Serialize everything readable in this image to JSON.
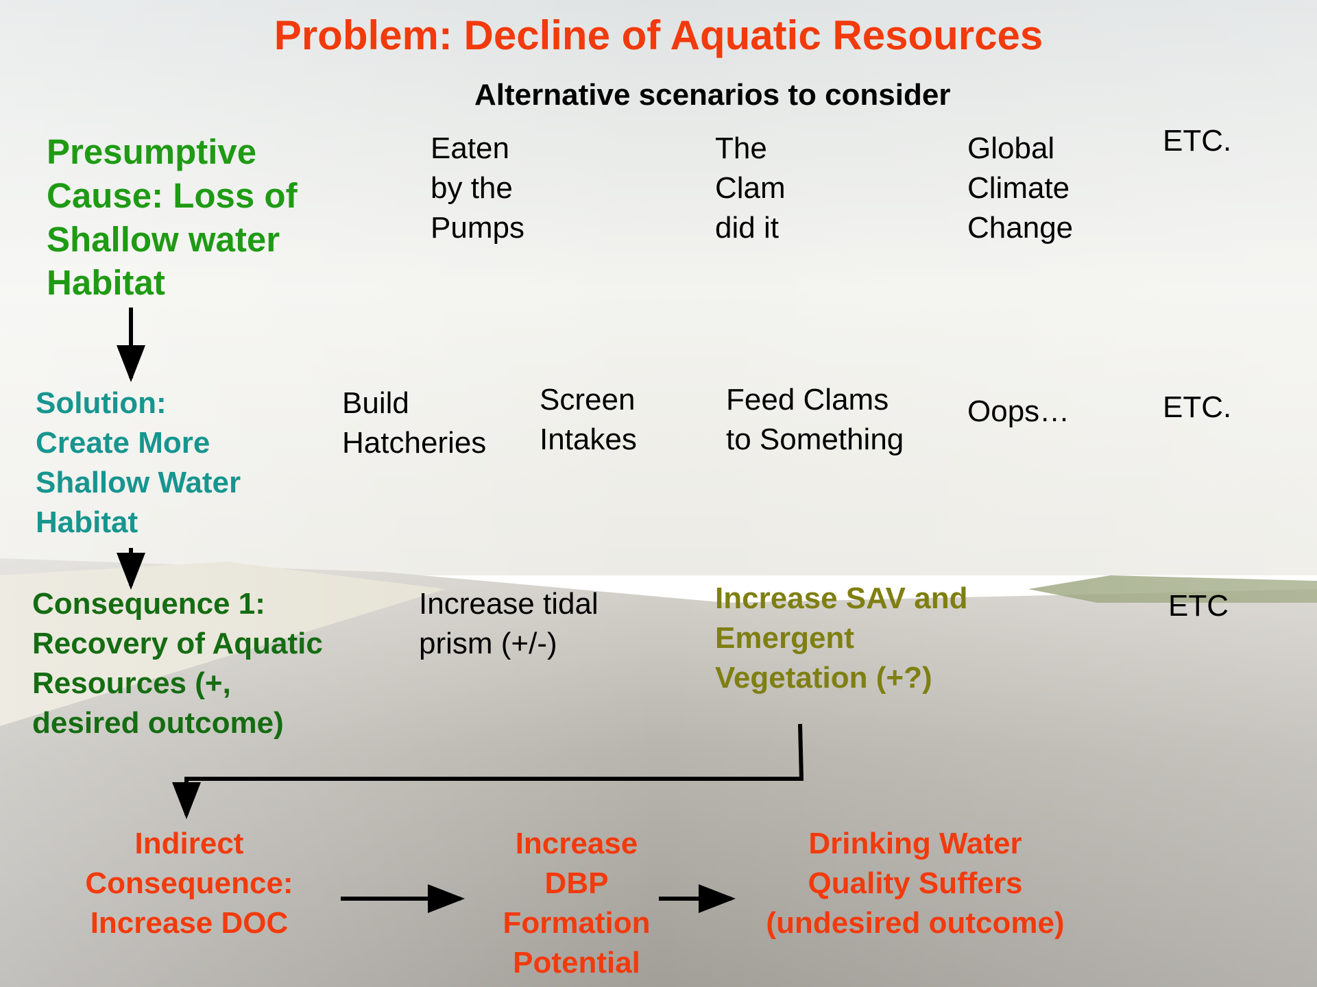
{
  "title": "Problem:  Decline of Aquatic Resources",
  "subtitle": "Alternative scenarios to consider",
  "rows": {
    "cause": {
      "label": "Presumptive\nCause:  Loss of\nShallow water\nHabitat",
      "alternatives": [
        "Eaten\nby the\nPumps",
        "The\nClam\ndid it",
        "Global\nClimate\nChange",
        "ETC."
      ]
    },
    "solution": {
      "label": "Solution:\nCreate More\nShallow Water\nHabitat",
      "alternatives": [
        "Build\nHatcheries",
        "Screen\nIntakes",
        "Feed Clams\nto Something",
        "Oops…",
        "ETC."
      ]
    },
    "consequence": {
      "label": "Consequence 1:\nRecovery of Aquatic\nResources  (+,\ndesired outcome)",
      "alternatives": [
        "Increase tidal\nprism (+/-)",
        "Increase SAV and\nEmergent\nVegetation (+?)",
        "ETC"
      ]
    },
    "indirect": {
      "steps": [
        "Indirect\nConsequence:\nIncrease DOC",
        "Increase\nDBP\nFormation\nPotential",
        "Drinking Water\nQuality Suffers\n(undesired outcome)"
      ]
    }
  },
  "colors": {
    "title": "#f23a0c",
    "cause": "#1f9a14",
    "solution": "#17958f",
    "consequence": "#156c12",
    "sav": "#7f7f12",
    "indirect": "#f23a0c"
  }
}
